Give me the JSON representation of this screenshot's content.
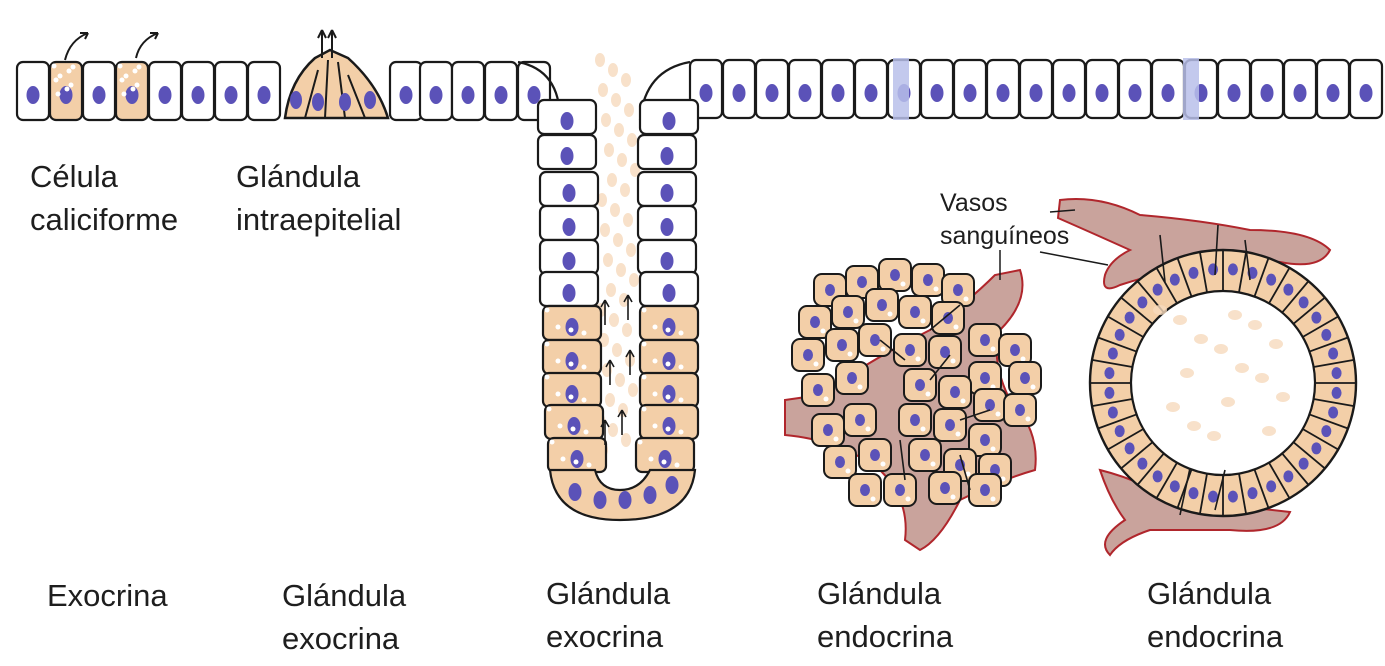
{
  "labels": {
    "goblet": [
      "Célula",
      "caliciforme"
    ],
    "intraepithelial": [
      "Glándula",
      "intraepitelial"
    ],
    "vessels": [
      "Vasos",
      "sanguíneos"
    ],
    "exocrine_top": "Exocrina",
    "exocrine_gland_1": [
      "Glándula",
      "exocrina"
    ],
    "exocrine_gland_2": [
      "Glándula",
      "exocrina"
    ],
    "endocrine_gland_1": [
      "Glándula",
      "endocrina"
    ],
    "endocrine_gland_2": [
      "Glándula",
      "endocrina"
    ]
  },
  "colors": {
    "cell_outline": "#1a1a1a",
    "nucleus": "#5b52b8",
    "secretory_cell": "#f3cfa8",
    "plain_cell": "#ffffff",
    "blood_vessel": "#c9a39c",
    "blood_vessel_edge": "#b0262c",
    "secretion_dots": "#f6d9bd",
    "junction": "#b8c0ea"
  }
}
